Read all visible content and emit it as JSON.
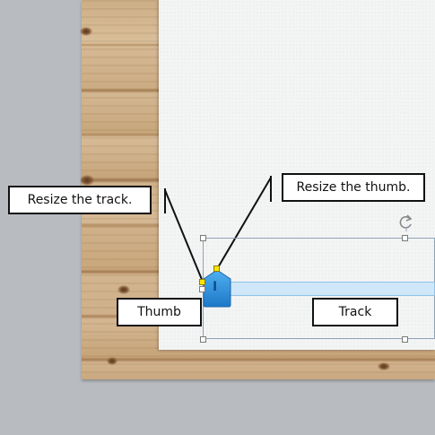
{
  "callouts": {
    "resize_track": "Resize the track.",
    "resize_thumb": "Resize the thumb.",
    "thumb": "Thumb",
    "track": "Track"
  },
  "slider": {
    "thumb_glyph": "I"
  },
  "colors": {
    "thumb": "#2a8ad8",
    "track": "#cfe7f8",
    "handle_yellow": "#ffe400",
    "background": "#b8bcc1"
  },
  "icons": [
    "rotate-handle-icon"
  ]
}
